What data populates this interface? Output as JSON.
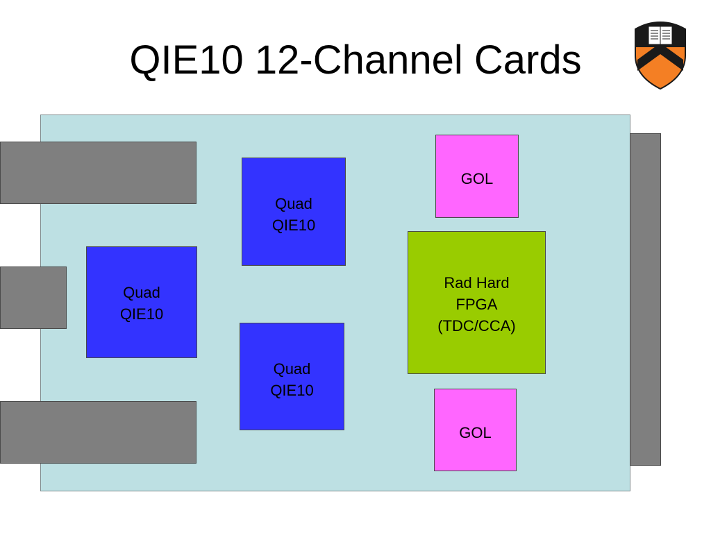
{
  "title": "QIE10 12-Channel Cards",
  "colors": {
    "board": "#bde0e3",
    "connector": "#7f7f7f",
    "qie": "#3333ff",
    "gol": "#ff66ff",
    "fpga": "#99cc00",
    "shield_orange": "#f47f24",
    "shield_black": "#1a1a1a"
  },
  "icons": {
    "logo": "princeton-shield-icon"
  },
  "chips": {
    "qie_top": "Quad\nQIE10",
    "qie_left": "Quad\nQIE10",
    "qie_bottom": "Quad\nQIE10",
    "gol_top": "GOL",
    "gol_bottom": "GOL",
    "fpga": "Rad Hard\nFPGA\n(TDC/CCA)"
  }
}
